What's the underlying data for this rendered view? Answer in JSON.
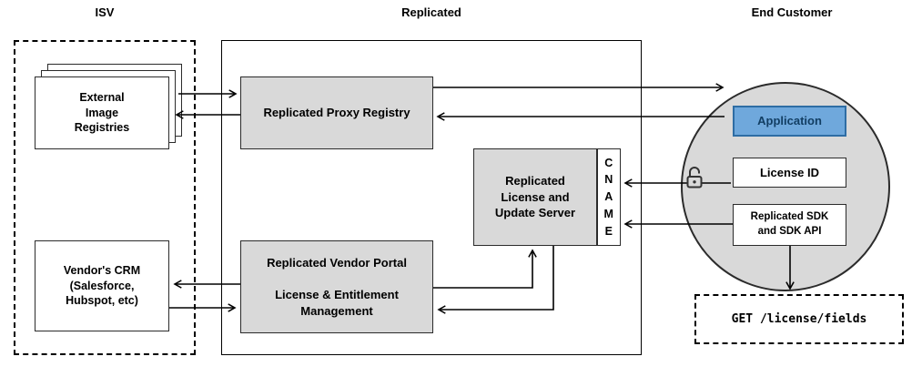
{
  "diagram": {
    "sections": {
      "isv_title": "ISV",
      "replicated_title": "Replicated",
      "end_customer_title": "End Customer"
    },
    "nodes": {
      "external_registries": "External\nImage\nRegistries",
      "vendor_crm": "Vendor's CRM\n(Salesforce,\nHubspot, etc)",
      "proxy_registry": "Replicated Proxy Registry",
      "license_update_server": "Replicated\nLicense and\nUpdate Server",
      "cname": "C\nN\nA\nM\nE",
      "vendor_portal": "Replicated Vendor Portal\n\nLicense & Entitlement\nManagement",
      "application": "Application",
      "license_id": "License ID",
      "sdk": "Replicated SDK\nand SDK API",
      "get_request": "GET /license/fields"
    },
    "icons": {
      "unlock_icon": "open-padlock"
    },
    "colors": {
      "node_gray": "#d9d9d9",
      "application_fill": "#6fa8dc",
      "application_border": "#2e6da4",
      "line": "#000000",
      "background": "#ffffff"
    }
  }
}
